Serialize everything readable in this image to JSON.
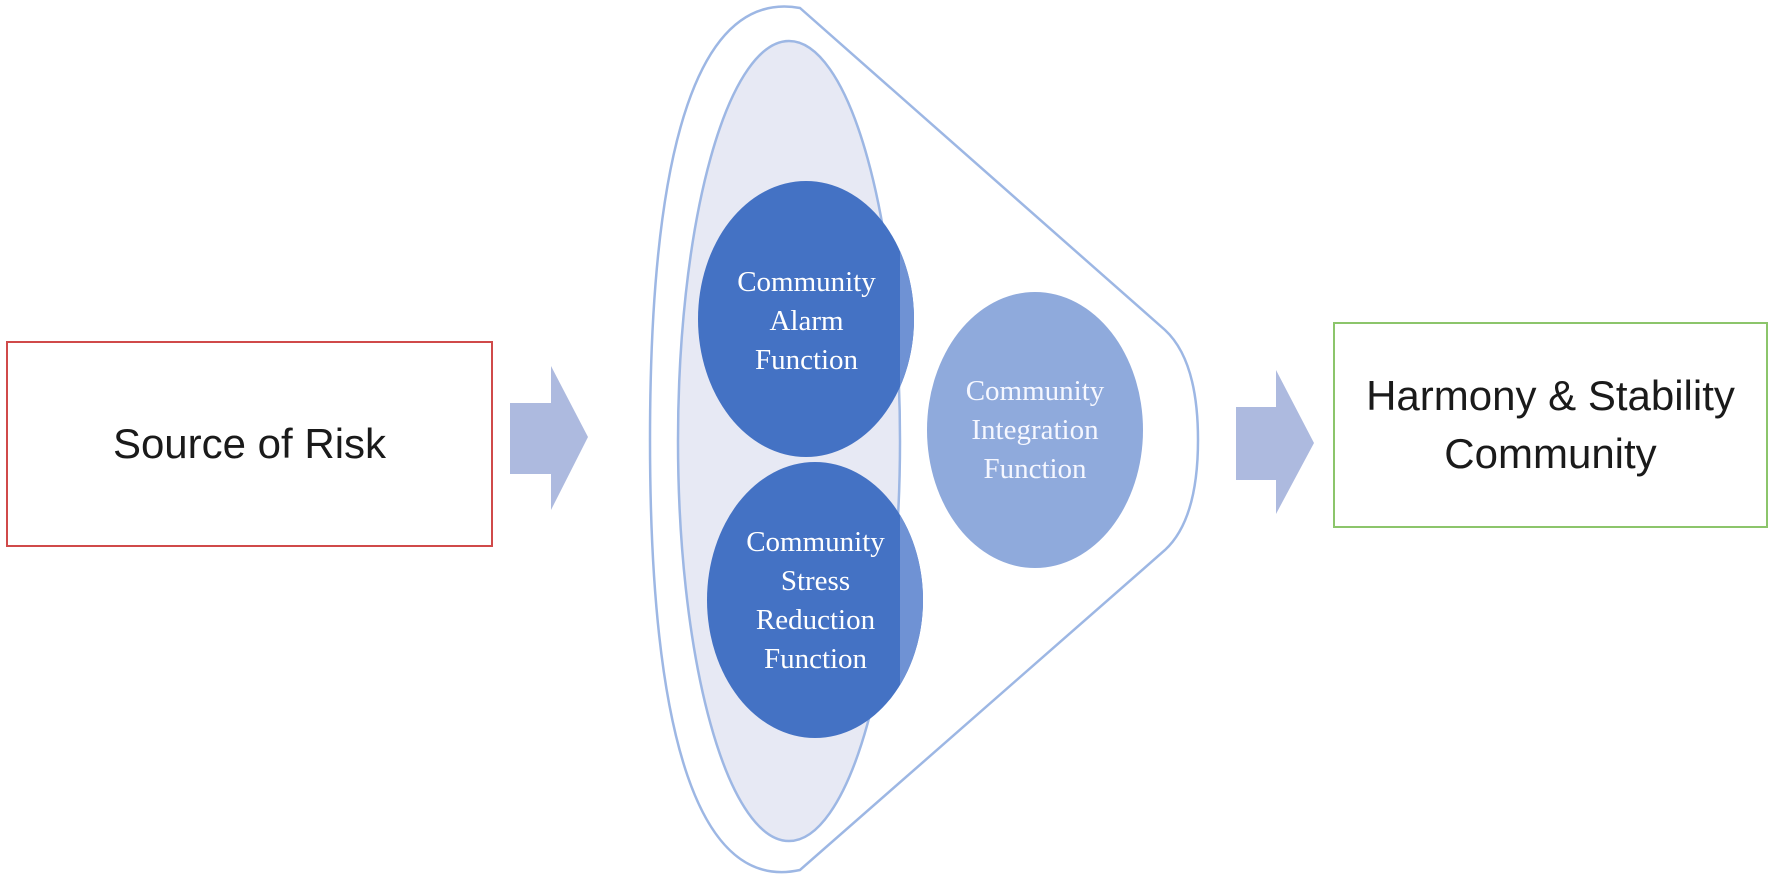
{
  "source_box": {
    "label": "Source of Risk"
  },
  "functions": {
    "alarm": [
      "Community",
      "Alarm",
      "Function"
    ],
    "stress_reduction": [
      "Community",
      "Stress",
      "Reduction",
      "Function"
    ],
    "integration": [
      "Community",
      "Integration",
      "Function"
    ]
  },
  "outcome_box": {
    "lines": [
      "Harmony & Stability",
      "Community"
    ]
  },
  "colors": {
    "source_border": "#d04a4a",
    "outcome_border": "#8cc56b",
    "arrow": "#adbadf",
    "dark_circle": "#4472c4",
    "light_circle": "#8faadc",
    "funnel_outline": "#9db7e4",
    "inner_ellipse_fill": "#e7e9f4"
  }
}
